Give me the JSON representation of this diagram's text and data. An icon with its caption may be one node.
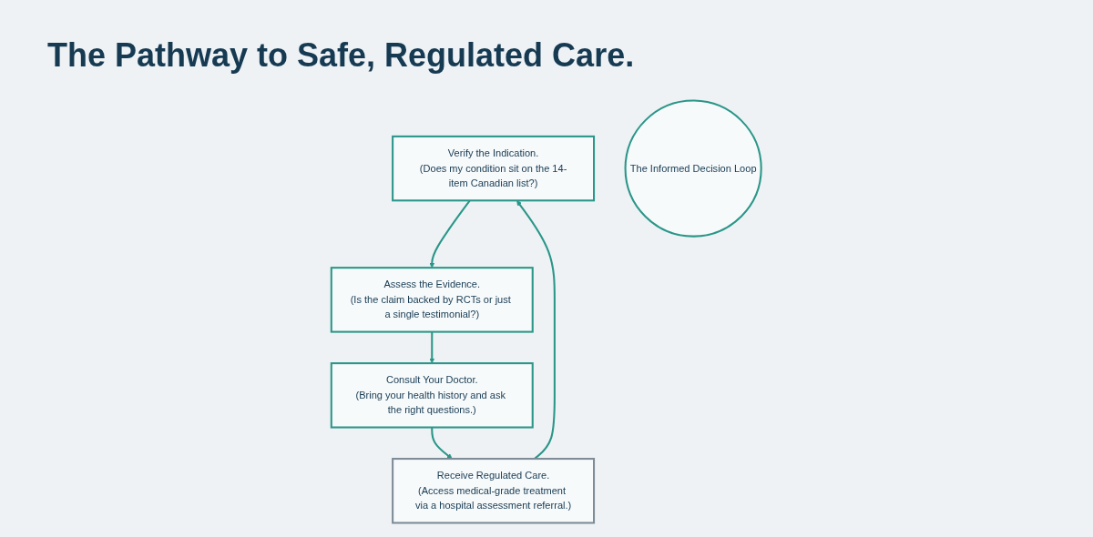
{
  "diagram": {
    "title": "The Pathway to Safe, Regulated Care.",
    "nodes": [
      {
        "text": [
          "Verify the Indication.",
          "(Does my condition sit on the 14-item Canadian list?)"
        ]
      },
      {
        "text": [
          "The Informed Decision Loop"
        ]
      },
      {
        "text": [
          "Receive Regulated Care.",
          "(Access medical-grade treatment via a hospital assessment referral.)"
        ]
      },
      {
        "text": [
          "Assess the Evidence.",
          "(Is the claim backed by RCTs or just a single testimonial?)"
        ]
      },
      {
        "text": [
          "Consult Your Doctor.",
          "(Bring your health history and ask the right questions.)"
        ]
      }
    ],
    "edges": [
      {
        "from": 0,
        "to": 3,
        "arrow": "to"
      },
      {
        "from": 3,
        "to": 4,
        "arrow": "to"
      },
      {
        "from": 4,
        "to": 2,
        "arrow": "to"
      },
      {
        "from": 2,
        "to": 0,
        "arrow": "to"
      }
    ]
  }
}
